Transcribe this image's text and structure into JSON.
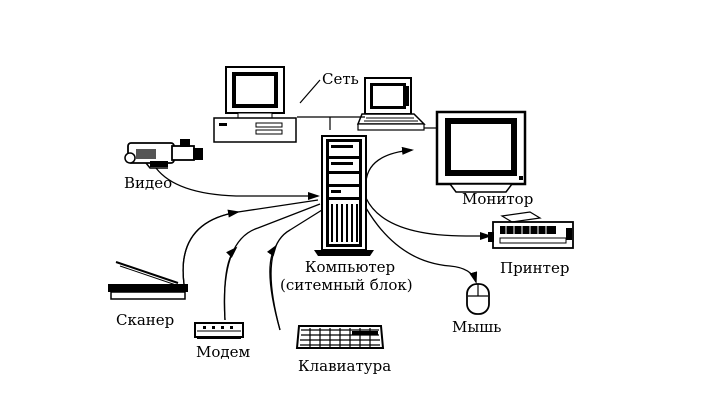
{
  "labels": {
    "network": "Сеть",
    "video": "Видео",
    "monitor": "Монитор",
    "printer": "Принтер",
    "computer_line1": "Компьютер",
    "computer_line2": "(ситемный блок)",
    "scanner": "Сканер",
    "modem": "Модем",
    "keyboard": "Клавиатура",
    "mouse": "Мышь"
  },
  "colors": {
    "ink": "#000000",
    "paper": "#ffffff",
    "shade": "#555555"
  }
}
